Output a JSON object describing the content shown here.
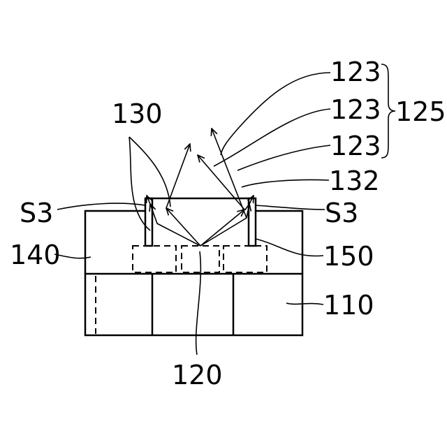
{
  "labels": {
    "ref_123_a": "123",
    "ref_123_b": "123",
    "ref_123_c": "123",
    "ref_125": "125",
    "ref_132": "132",
    "ref_130": "130",
    "ref_s3_left": "S3",
    "ref_s3_right": "S3",
    "ref_140": "140",
    "ref_150": "150",
    "ref_110": "110",
    "ref_120": "120"
  }
}
